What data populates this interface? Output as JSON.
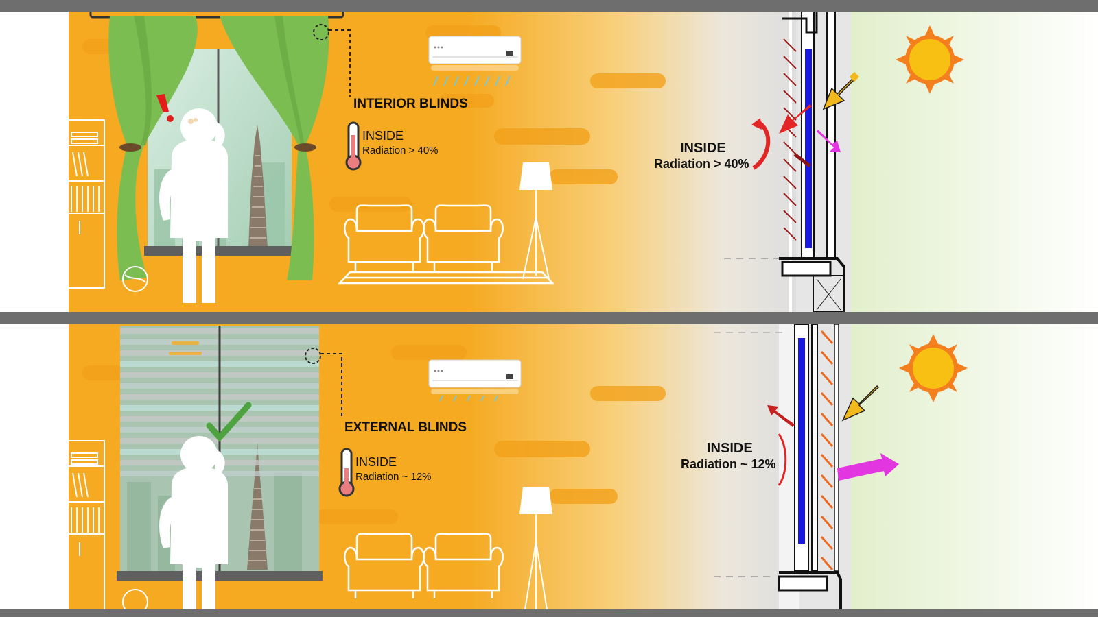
{
  "colors": {
    "wall_orange": "#f5aa22",
    "curtain_green": "#7cbd52",
    "window_glass": "#a9d3b9",
    "arrow_yellow": "#f2b91c",
    "arrow_red": "#e22626",
    "arrow_magenta": "#e236e0",
    "glazing_blue": "#1a1adf",
    "sun": "#f7b500",
    "outside_green": "#e7f1d4",
    "frame_grey": "#6e6e6e"
  },
  "top_panel": {
    "title": "INTERIOR BLINDS",
    "thermo_inside": "INSIDE",
    "thermo_radiation": "Radiation > 40%",
    "section_inside": "INSIDE",
    "section_radiation": "Radiation > 40%",
    "icons": [
      "curtain-icon",
      "person-worried-icon",
      "exclamation-icon",
      "air-conditioner-icon",
      "thermometer-icon",
      "armchair-icon",
      "floor-lamp-icon",
      "sun-icon"
    ]
  },
  "bottom_panel": {
    "title": "EXTERNAL BLINDS",
    "thermo_inside": "INSIDE",
    "thermo_radiation": "Radiation ~ 12%",
    "section_inside": "INSIDE",
    "section_radiation": "Radiation ~ 12%",
    "icons": [
      "blinds-icon",
      "person-ok-icon",
      "checkmark-icon",
      "air-conditioner-icon",
      "thermometer-icon",
      "armchair-icon",
      "floor-lamp-icon",
      "sun-icon"
    ]
  }
}
